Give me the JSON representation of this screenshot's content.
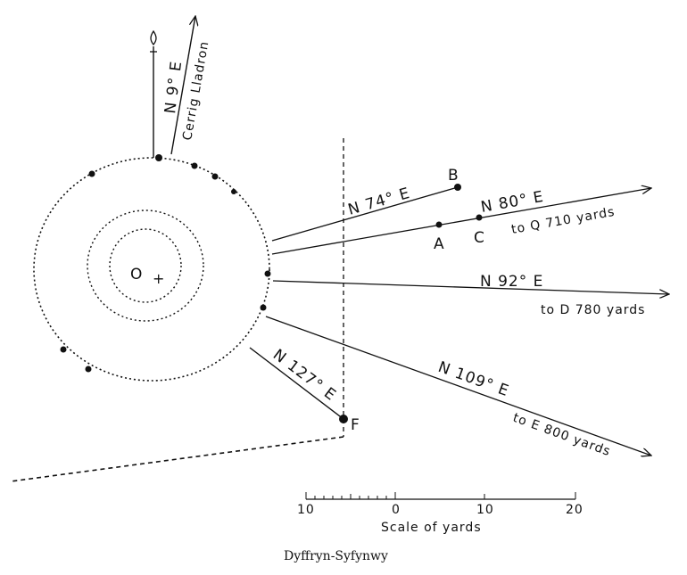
{
  "labels": {
    "bearing_north_cerrig": "N 9° E",
    "cerrig": "Cerrig Lladron",
    "bearing_b": "N 74° E",
    "point_b": "B",
    "bearing_q": "N 80° E",
    "to_q": "to Q 710 yards",
    "point_a": "A",
    "point_c": "C",
    "bearing_d": "N 92° E",
    "to_d": "to D 780 yards",
    "bearing_e": "N 109° E",
    "to_e": "to E 800 yards",
    "bearing_f": "N 127° E",
    "point_f": "F",
    "centre": "O"
  },
  "scale": {
    "ticks": [
      "10",
      "0",
      "10",
      "20"
    ],
    "title": "Scale of yards"
  },
  "caption": "Dyffryn-Syfynwy"
}
